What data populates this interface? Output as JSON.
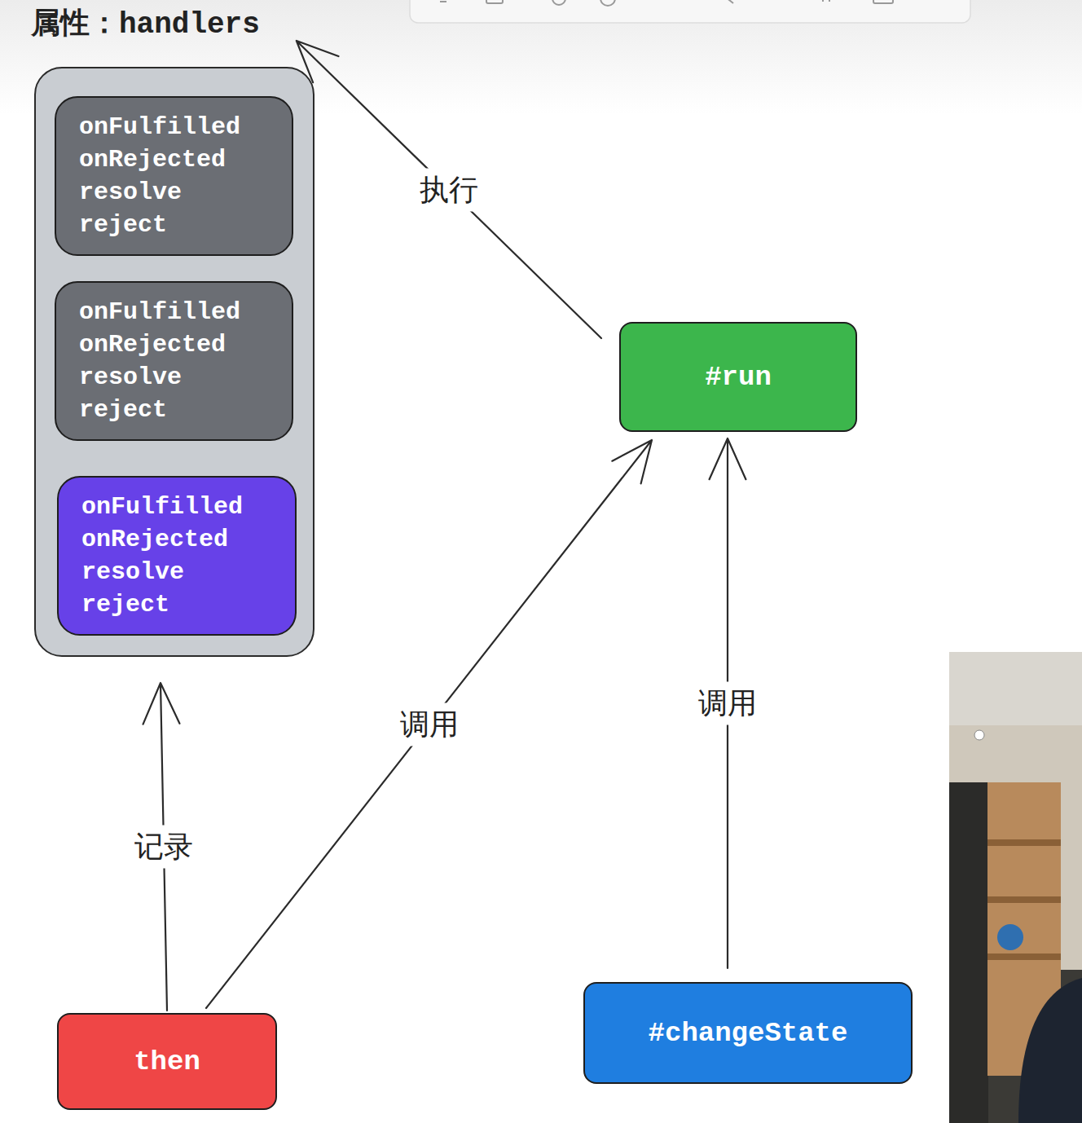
{
  "diagram": {
    "nodes": [
      {
        "text": [
          "属性：handlers"
        ]
      },
      {
        "text": [
          "onFulfilled onRejected resolve reject"
        ],
        "in": 0
      },
      {
        "text": [
          "onFulfilled onRejected resolve reject"
        ],
        "in": 0
      },
      {
        "text": [
          "onFulfilled onRejected resolve reject"
        ],
        "in": 0
      },
      {
        "text": [
          "#run"
        ]
      },
      {
        "text": [
          "then"
        ]
      },
      {
        "text": [
          "#changeState"
        ]
      }
    ],
    "edges": [
      {
        "from": 4,
        "to": 0,
        "label": "执行",
        "arrow": "to"
      },
      {
        "from": 5,
        "to": 0,
        "label": "记录",
        "arrow": "to"
      },
      {
        "from": 5,
        "to": 4,
        "label": "调用",
        "arrow": "to"
      },
      {
        "from": 6,
        "to": 4,
        "label": "调用",
        "arrow": "to"
      }
    ]
  }
}
